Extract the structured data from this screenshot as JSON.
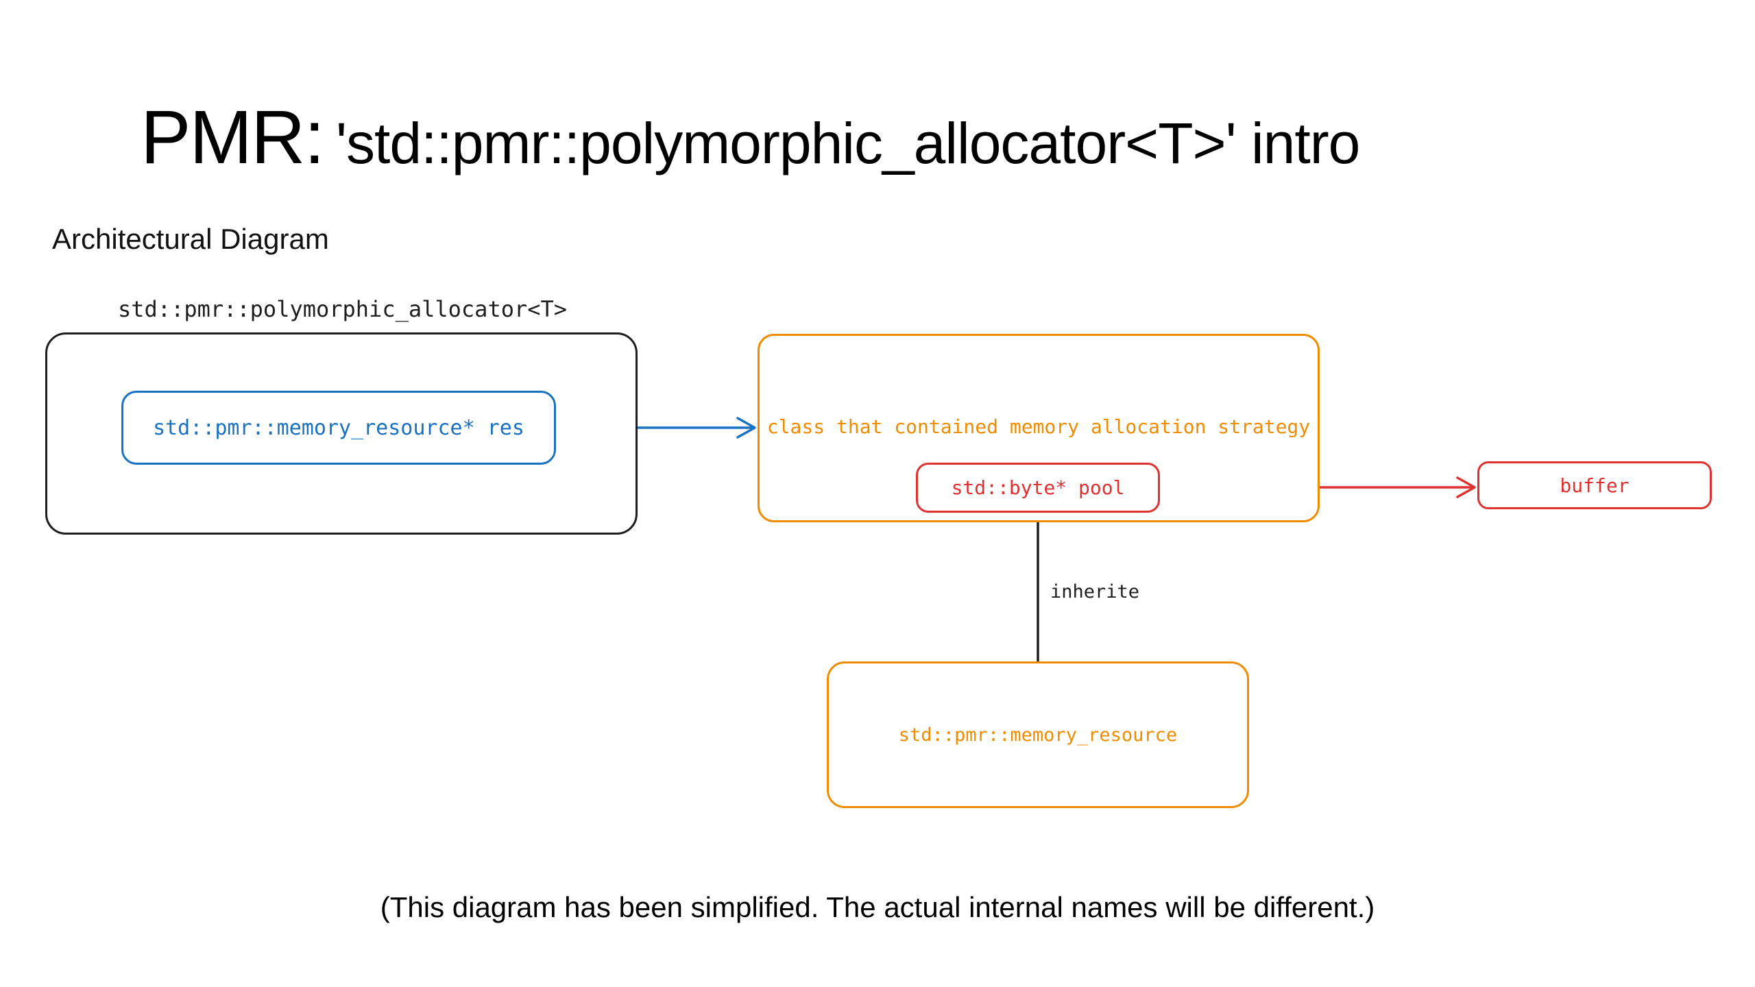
{
  "page": {
    "title_prefix": "PMR:",
    "title_rest": "'std::pmr::polymorphic_allocator<T>' intro",
    "section_label": "Architectural Diagram",
    "footnote": "(This diagram has been simplified. The actual internal names will be different.)"
  },
  "diagram": {
    "allocator_box": {
      "label": "std::pmr::polymorphic_allocator<T>"
    },
    "res_node": {
      "label": "std::pmr::memory_resource* res"
    },
    "strategy_node": {
      "label": "class that contained memory allocation strategy"
    },
    "pool_node": {
      "label": "std::byte* pool"
    },
    "buffer_node": {
      "label": "buffer"
    },
    "memory_resource_node": {
      "label": "std::pmr::memory_resource"
    },
    "inherit_edge": {
      "label": "inherite"
    }
  },
  "colors": {
    "ink": "#1e1e1e",
    "blue": "#1971c2",
    "orange": "#f08c00",
    "red": "#e03131"
  }
}
